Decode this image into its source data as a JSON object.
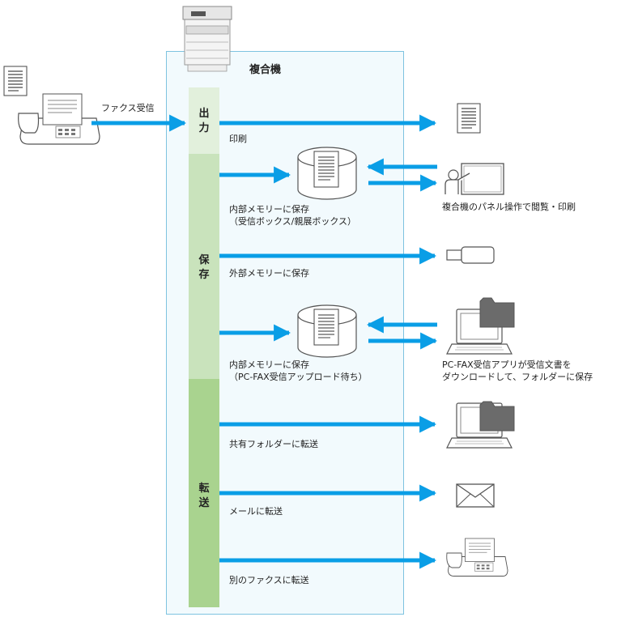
{
  "machine": {
    "title": "複合機"
  },
  "source": {
    "label": "ファクス受信"
  },
  "categories": {
    "output": "出力",
    "save": "保存",
    "transfer": "転送"
  },
  "flows": {
    "print": {
      "label": "印刷"
    },
    "internal_memory_box": {
      "line1": "内部メモリーに保存",
      "line2": "（受信ボックス/親展ボックス）",
      "dest_label": "複合機のパネル操作で閲覧・印刷"
    },
    "external_memory": {
      "label": "外部メモリーに保存"
    },
    "internal_memory_pcfax": {
      "line1": "内部メモリーに保存",
      "line2": "（PC-FAX受信アップロード待ち）",
      "dest_line1": "PC-FAX受信アプリが受信文書を",
      "dest_line2": "ダウンロードして、フォルダーに保存"
    },
    "shared_folder": {
      "label": "共有フォルダーに転送"
    },
    "email": {
      "label": "メールに転送"
    },
    "other_fax": {
      "label": "別のファクスに転送"
    }
  },
  "colors": {
    "arrow": "#0a9ee6",
    "panel_bg": "#f2fafd",
    "panel_border": "#7ec3e0",
    "band_output": "#e2f0dc",
    "band_save": "#c9e3bc",
    "band_transfer": "#a9d38f",
    "folder": "#6b6b6b"
  },
  "icons": [
    "printer-icon",
    "document-icon",
    "fax-machine-icon",
    "memory-disk-icon",
    "presenter-panel-icon",
    "usb-memory-icon",
    "laptop-icon",
    "folder-icon",
    "envelope-icon"
  ]
}
